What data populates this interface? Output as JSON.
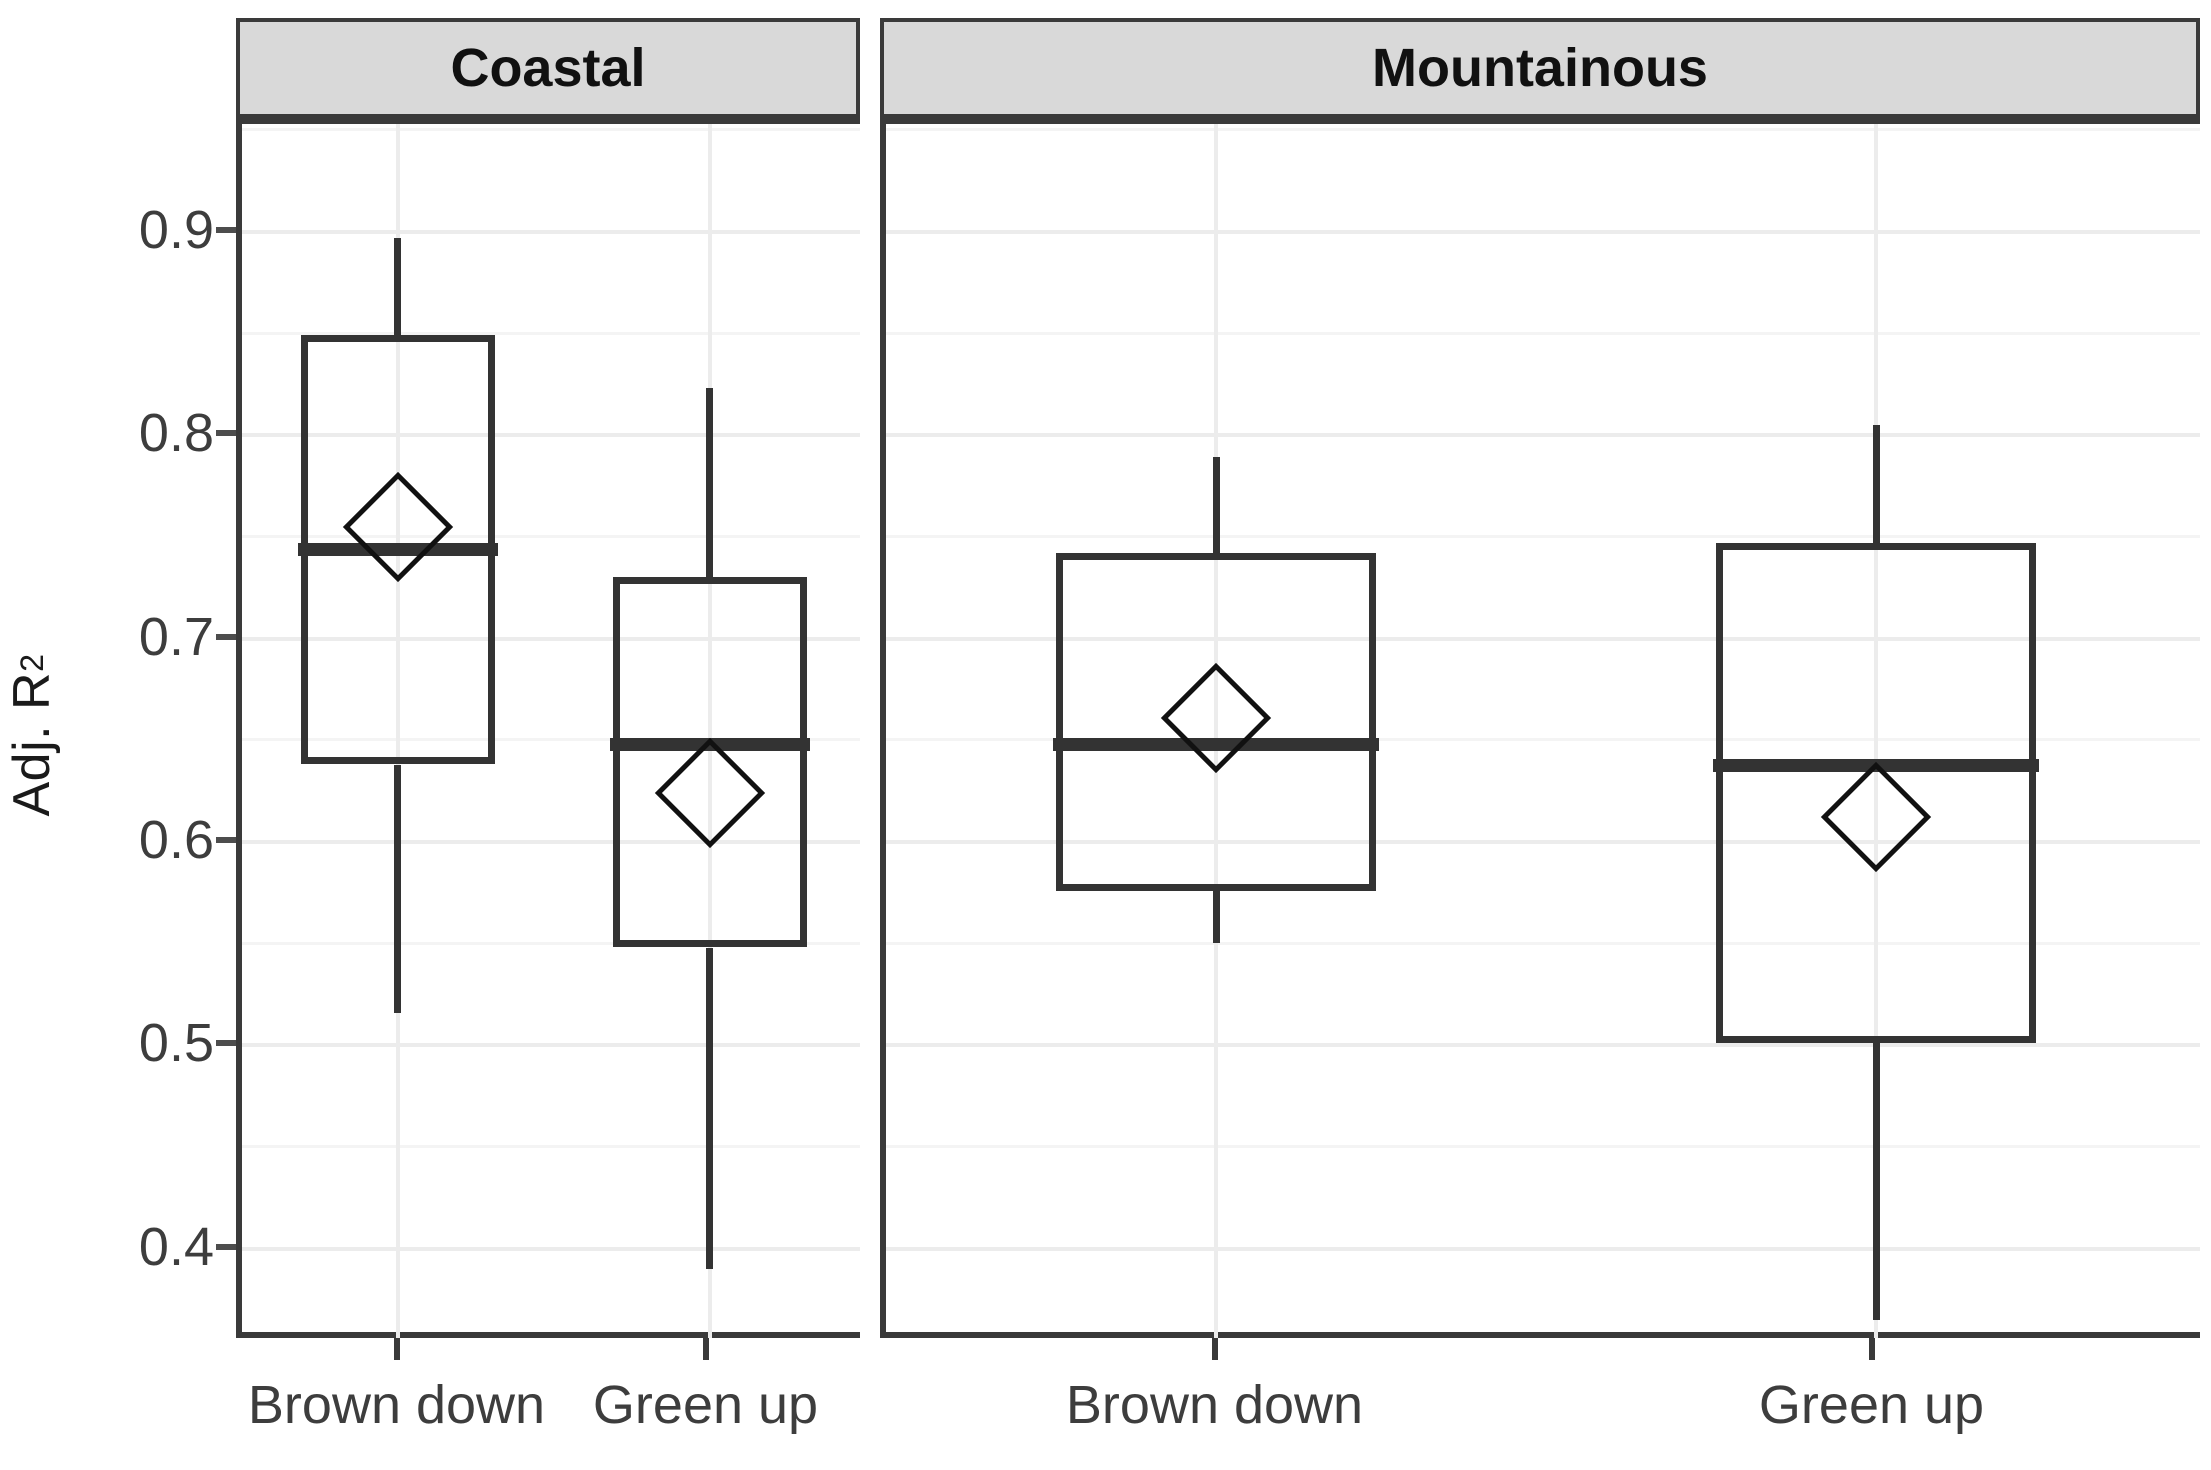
{
  "chart_data": {
    "type": "box",
    "title": "",
    "xlabel": "",
    "ylabel_prefix": "Adj. R",
    "ylabel_exponent": "2",
    "ylim": [
      0.355,
      0.955
    ],
    "ytick_labels": [
      "0.9",
      "0.8",
      "0.7",
      "0.6",
      "0.5",
      "0.4"
    ],
    "ytick_values": [
      0.9,
      0.8,
      0.7,
      0.6,
      0.5,
      0.4
    ],
    "minor_gridline_values": [
      0.95,
      0.85,
      0.75,
      0.65,
      0.55,
      0.45
    ],
    "grid": true,
    "legend": "none",
    "facet_labels": [
      "Coastal",
      "Mountainous"
    ],
    "categories": [
      "Brown down",
      "Green up"
    ],
    "mean_marker": "diamond",
    "panels": [
      {
        "label": "Coastal",
        "boxes": [
          {
            "category": "Brown down",
            "whisker_low": 0.518,
            "q1": 0.64,
            "median": 0.746,
            "q3": 0.851,
            "whisker_high": 0.899,
            "mean": 0.757
          },
          {
            "category": "Green up",
            "whisker_low": 0.392,
            "q1": 0.55,
            "median": 0.65,
            "q3": 0.732,
            "whisker_high": 0.825,
            "mean": 0.626
          }
        ]
      },
      {
        "label": "Mountainous",
        "boxes": [
          {
            "category": "Brown down",
            "whisker_low": 0.552,
            "q1": 0.578,
            "median": 0.65,
            "q3": 0.744,
            "whisker_high": 0.791,
            "mean": 0.663
          },
          {
            "category": "Green up",
            "whisker_low": 0.367,
            "q1": 0.503,
            "median": 0.64,
            "q3": 0.749,
            "whisker_high": 0.807,
            "mean": 0.614
          }
        ]
      }
    ]
  },
  "colors": {
    "strip_fill": "#d9d9d9",
    "strip_border": "#3a3a3a",
    "box_stroke": "#333333",
    "grid_major": "#ececec",
    "grid_minor": "#f4f4f4",
    "text": "#3d3d3d",
    "background": "#ffffff"
  }
}
